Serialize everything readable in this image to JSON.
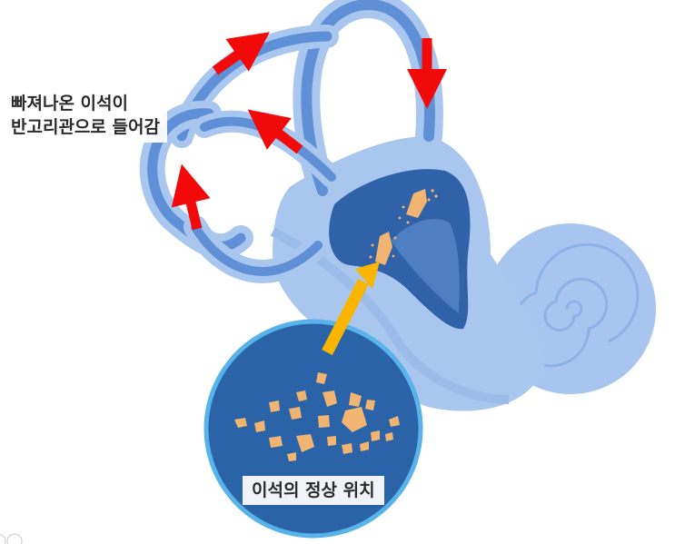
{
  "labels": {
    "dislodged_line1": "빠져나온 이석이",
    "dislodged_line2": "반고리관으로 들어감",
    "normal_position": "이석의 정상 위치"
  },
  "colors": {
    "body": "#a9c7ee",
    "canal": "#5f8fd6",
    "canal_outline": "#3f73c0",
    "vestibule": "#2f62a8",
    "utricle": "#4e7fc3",
    "otolith": "#f2b471",
    "arrow_red": "#f20a0a",
    "arrow_yellow": "#f9b500",
    "circle_fill": "#2a63a8",
    "circle_border": "#58b3ea"
  },
  "icons": [
    "red-arrow-icon",
    "yellow-arrow-icon",
    "otolith-crystal-icon"
  ]
}
